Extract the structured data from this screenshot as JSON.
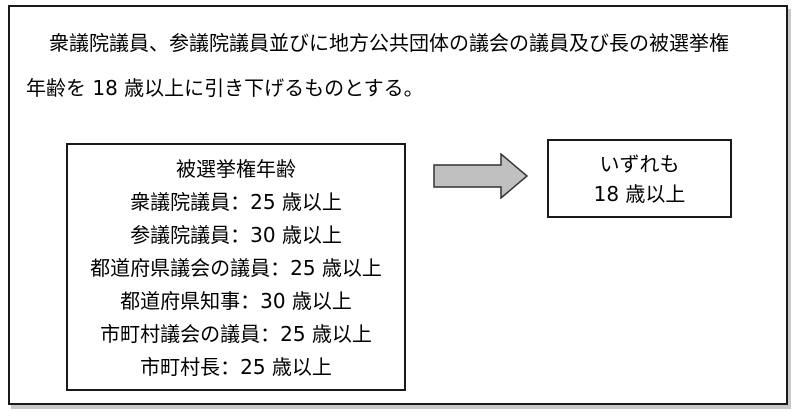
{
  "intro": {
    "line1": "衆議院議員、参議院議員並びに地方公共団体の議会の議員及び長の被選挙権",
    "line2": "年齢を 18 歳以上に引き下げるものとする。"
  },
  "before_box": {
    "title": "被選挙権年齢",
    "rows": [
      "衆議院議員：25 歳以上",
      "参議院議員：30 歳以上",
      "都道府県議会の議員：25 歳以上",
      "都道府県知事：30 歳以上",
      "市町村議会の議員：25 歳以上",
      "市町村長：25 歳以上"
    ]
  },
  "arrow": {
    "fill_color": "#c0c0c0",
    "stroke_color": "#333333"
  },
  "after_box": {
    "line1": "いずれも",
    "line2": "18 歳以上"
  }
}
